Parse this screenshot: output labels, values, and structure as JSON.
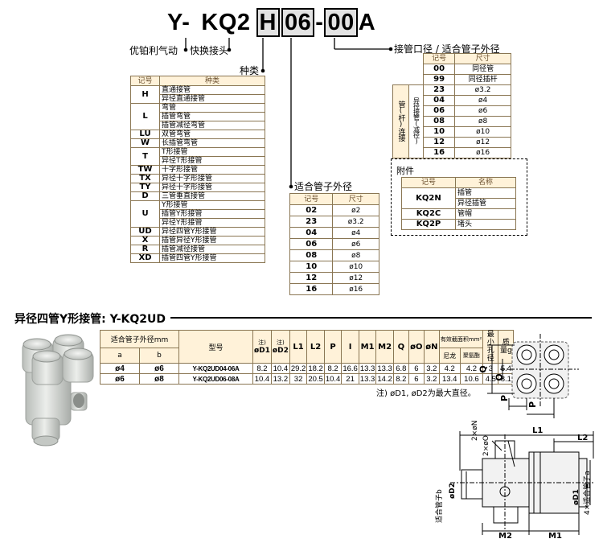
{
  "model_code": {
    "prefix": "Y-",
    "series": "KQ2",
    "type_code": "H",
    "size_code": "06",
    "dash": "-",
    "tube_code": "00",
    "suffix": "A"
  },
  "labels": {
    "brand": "优铂利气动",
    "fitting": "快换接头",
    "kind": "种类",
    "outer_dia": "适合管子外径",
    "tube_dia": "接管口径 / 适合管子外径"
  },
  "type_table": {
    "headers": [
      "记号",
      "种类"
    ],
    "rows": [
      {
        "code": "H",
        "items": [
          "直通接管",
          "异径直通接管"
        ]
      },
      {
        "code": "L",
        "items": [
          "弯管",
          "插管弯管",
          "插管减径弯管"
        ]
      },
      {
        "code": "LU",
        "items": [
          "双管弯管"
        ]
      },
      {
        "code": "W",
        "items": [
          "长插管弯管"
        ]
      },
      {
        "code": "T",
        "items": [
          "T形接管",
          "异径T形接管"
        ]
      },
      {
        "code": "TW",
        "items": [
          "十字形接管"
        ]
      },
      {
        "code": "TX",
        "items": [
          "异径十字形接管"
        ]
      },
      {
        "code": "TY",
        "items": [
          "异径十字形接管"
        ]
      },
      {
        "code": "D",
        "items": [
          "三管垂直接管"
        ]
      },
      {
        "code": "U",
        "items": [
          "Y形接管",
          "插管Y形接管",
          "异径Y形接管"
        ]
      },
      {
        "code": "UD",
        "items": [
          "异径四管Y形接管"
        ]
      },
      {
        "code": "X",
        "items": [
          "插管异径Y形接管"
        ]
      },
      {
        "code": "R",
        "items": [
          "插管减径接管"
        ]
      },
      {
        "code": "XD",
        "items": [
          "插管四管Y形接管"
        ]
      }
    ]
  },
  "outer_table": {
    "headers": [
      "记号",
      "尺寸"
    ],
    "rows": [
      [
        "02",
        "ø2"
      ],
      [
        "23",
        "ø3.2"
      ],
      [
        "04",
        "ø4"
      ],
      [
        "06",
        "ø6"
      ],
      [
        "08",
        "ø8"
      ],
      [
        "10",
        "ø10"
      ],
      [
        "12",
        "ø12"
      ],
      [
        "16",
        "ø16"
      ]
    ]
  },
  "tube_table": {
    "headers": [
      "记号",
      "尺寸"
    ],
    "side_label": "管(杆)连接",
    "side_inner": "异径接管(减径)",
    "rows": [
      [
        "00",
        "同径管"
      ],
      [
        "99",
        "同径插杆"
      ],
      [
        "23",
        "ø3.2"
      ],
      [
        "04",
        "ø4"
      ],
      [
        "06",
        "ø6"
      ],
      [
        "08",
        "ø8"
      ],
      [
        "10",
        "ø10"
      ],
      [
        "12",
        "ø12"
      ],
      [
        "16",
        "ø16"
      ]
    ]
  },
  "accessories": {
    "title": "附件",
    "headers": [
      "记号",
      "名称"
    ],
    "rows": [
      {
        "code": "KQ2N",
        "items": [
          "插管",
          "异径插管"
        ]
      },
      {
        "code": "KQ2C",
        "items": [
          "管帽"
        ]
      },
      {
        "code": "KQ2P",
        "items": [
          "堵头"
        ]
      }
    ]
  },
  "section": {
    "title": "异径四管Y形接管: Y-KQ2UD"
  },
  "dim_table": {
    "header_group": "适合管子外径mm",
    "col_a": "a",
    "col_b": "b",
    "model": "型号",
    "note_mark": "注)",
    "D1": "øD1",
    "D2": "øD2",
    "L1": "L1",
    "L2": "L2",
    "P": "P",
    "I": "I",
    "M1": "M1",
    "M2": "M2",
    "Q": "Q",
    "phiO": "øO",
    "phiN": "øN",
    "area": "有效截面积mm²",
    "area_nylon": "尼龙",
    "area_pu": "聚氨酯",
    "min_hole": "最小孔径",
    "mass": "质量g",
    "rows": [
      [
        "ø4",
        "ø6",
        "Y-KQ2UD04-06A",
        "8.2",
        "10.4",
        "29.2",
        "18.2",
        "8.2",
        "16.6",
        "13.3",
        "13.3",
        "6.8",
        "6",
        "3.2",
        "4.2",
        "4.2",
        "3",
        "5.4"
      ],
      [
        "ø6",
        "ø8",
        "Y-KQ2UD06-08A",
        "10.4",
        "13.2",
        "32",
        "20.5",
        "10.4",
        "21",
        "13.3",
        "14.2",
        "8.2",
        "6",
        "3.2",
        "13.4",
        "10.6",
        "4.5",
        "8.1"
      ]
    ]
  },
  "note": "注) øD1, øD2为最大直径。",
  "drawing_labels": {
    "Q": "Q",
    "O": "O",
    "P1": "P",
    "P2": "P",
    "L1": "L1",
    "L2": "L2",
    "twoN": "2×øN",
    "twoO": "2×øO",
    "D2": "øD2",
    "D1": "øD1",
    "tube_b": "适合管子b",
    "tube_a": "4×适合管子a",
    "M2": "M2",
    "M1": "M1"
  },
  "colors": {
    "header_fill": "#fff2d9",
    "border": "#8a7653",
    "fitting_body": "#d8dcd8"
  }
}
